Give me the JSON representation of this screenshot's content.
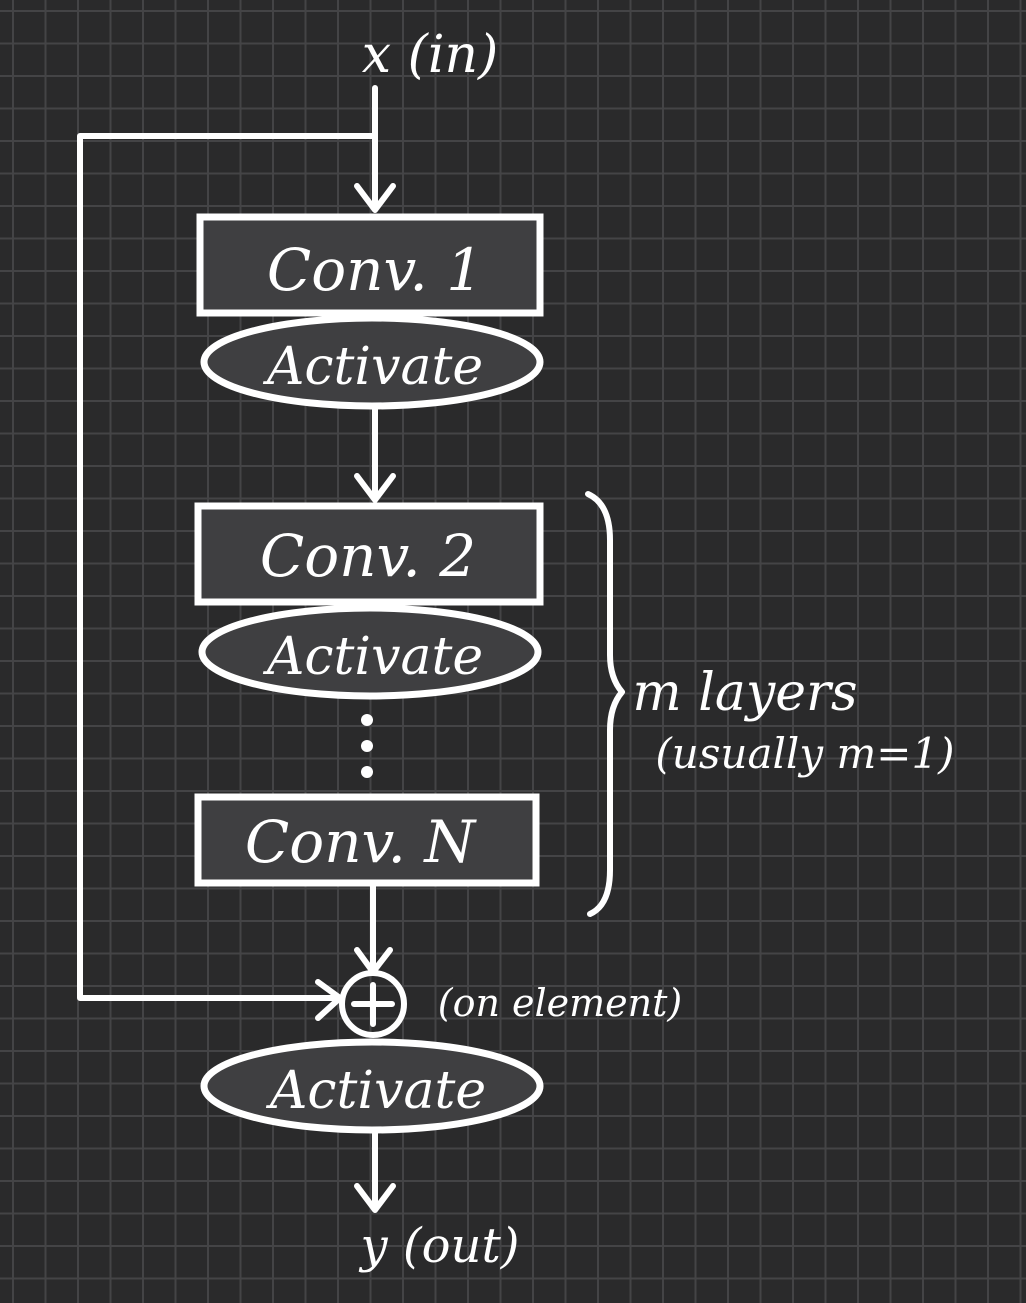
{
  "diagram": {
    "input_label": "x (in)",
    "output_label": "y (out)",
    "conv1": "Conv. 1",
    "activate1": "Activate",
    "conv2": "Conv. 2",
    "activate2": "Activate",
    "convN": "Conv. N",
    "sum_symbol": "+",
    "sum_note": "(on element)",
    "activate_out": "Activate",
    "brace_label_line1": "m layers",
    "brace_label_line2": "(usually m=1)"
  },
  "colors": {
    "background": "#2a2a2b",
    "grid": "#444446",
    "box_fill": "#3f3f41",
    "stroke": "#ffffff"
  }
}
